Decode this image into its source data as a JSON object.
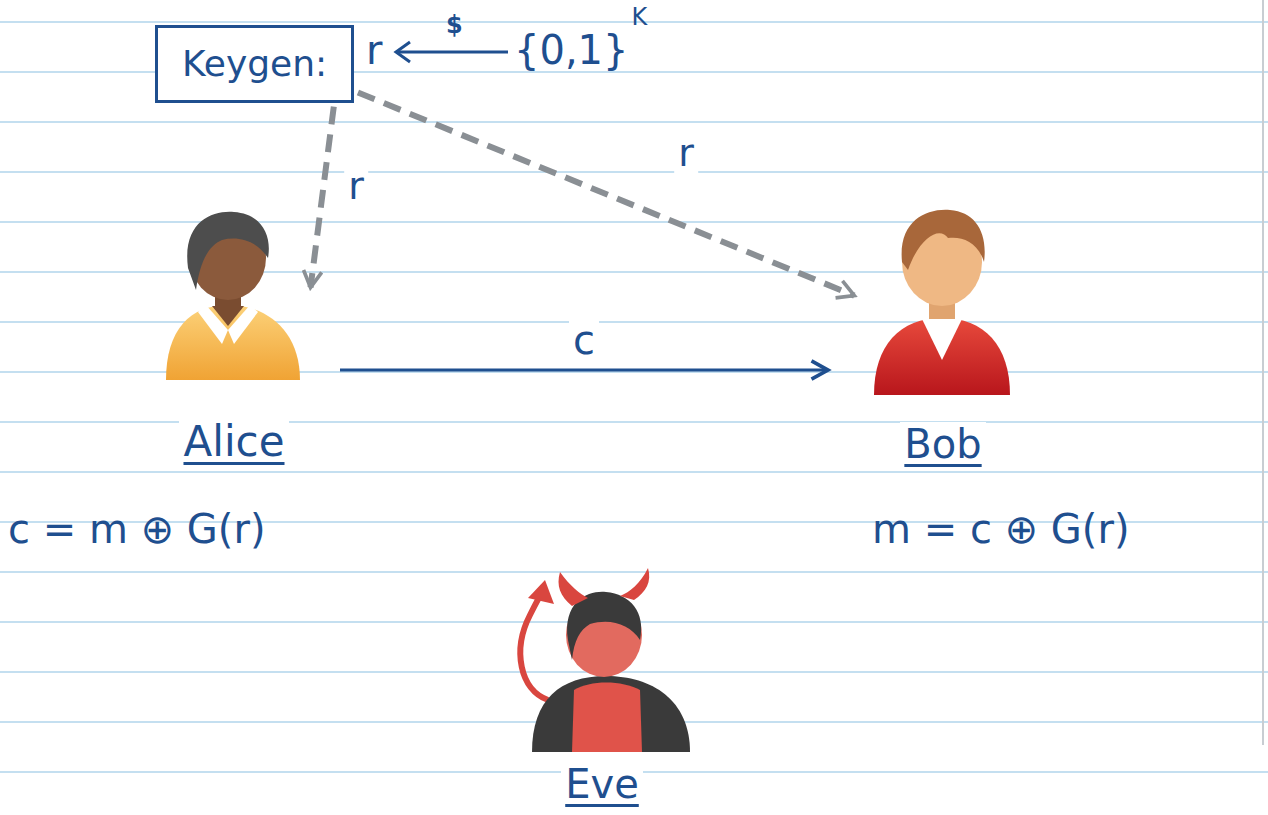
{
  "diagram": {
    "nodes": [
      {
        "text": [
          "Keygen:"
        ]
      },
      {
        "text": [
          "Alice"
        ]
      },
      {
        "text": [
          "Bob"
        ]
      },
      {
        "text": [
          "Eve"
        ]
      }
    ],
    "edges": [
      {
        "from": 0,
        "to": 1,
        "label": "r",
        "arrow": "to"
      },
      {
        "from": 0,
        "to": 2,
        "label": "r",
        "arrow": "to"
      },
      {
        "from": 1,
        "to": 2,
        "label": "c",
        "arrow": "to"
      }
    ],
    "labels": [
      "r",
      "$",
      "{0,1}",
      "K",
      "c = m ⊕ G(r)",
      "m = c ⊕ G(r)"
    ]
  }
}
